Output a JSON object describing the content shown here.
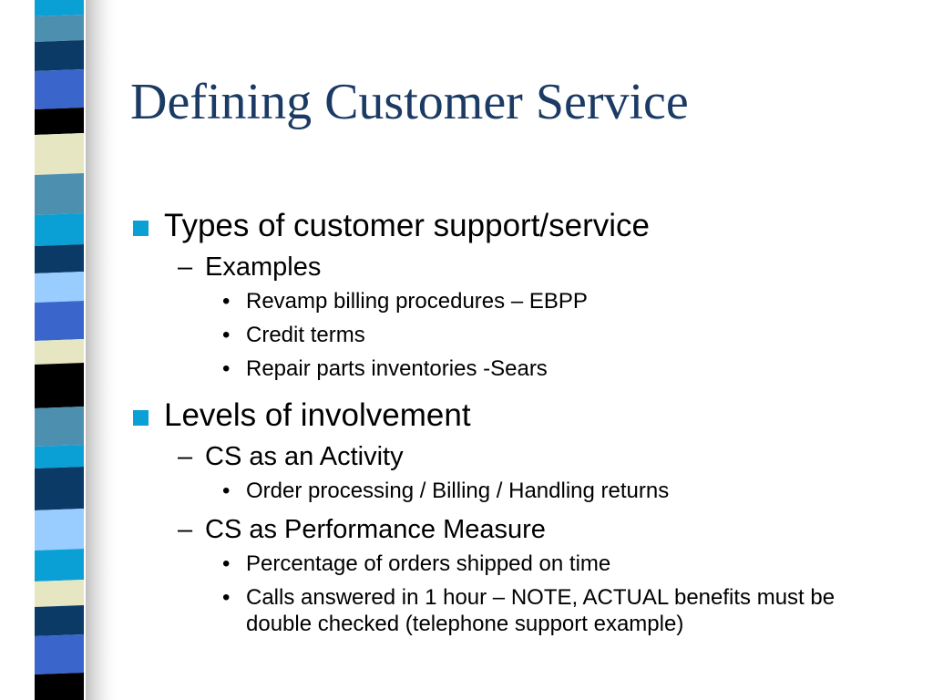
{
  "slide": {
    "title": "Defining Customer Service",
    "bullets": [
      {
        "text": "Types of customer support/service",
        "children": [
          {
            "text": "Examples",
            "children": [
              "Revamp billing procedures – EBPP",
              "Credit terms",
              "Repair parts inventories -Sears"
            ]
          }
        ]
      },
      {
        "text": "Levels of involvement",
        "children": [
          {
            "text": "CS as an Activity",
            "children": [
              "Order processing / Billing / Handling returns"
            ]
          },
          {
            "text": "CS as Performance Measure",
            "children": [
              "Percentage of orders shipped on time",
              "Calls answered in 1 hour – NOTE, ACTUAL benefits must be double checked (telephone support example)"
            ]
          }
        ]
      }
    ]
  },
  "theme": {
    "title_color": "#1b3a64",
    "bullet_color": "#0aa0d5",
    "stripe_colors": [
      "#0aa0d5",
      "#4d8fae",
      "#0b3a66",
      "#3a66cc",
      "#000000",
      "#e6e6c3",
      "#99ccff"
    ]
  },
  "icons": {
    "level1_bullet": "square-bullet-icon",
    "level2_bullet": "dash-bullet-icon",
    "level3_bullet": "dot-bullet-icon"
  }
}
